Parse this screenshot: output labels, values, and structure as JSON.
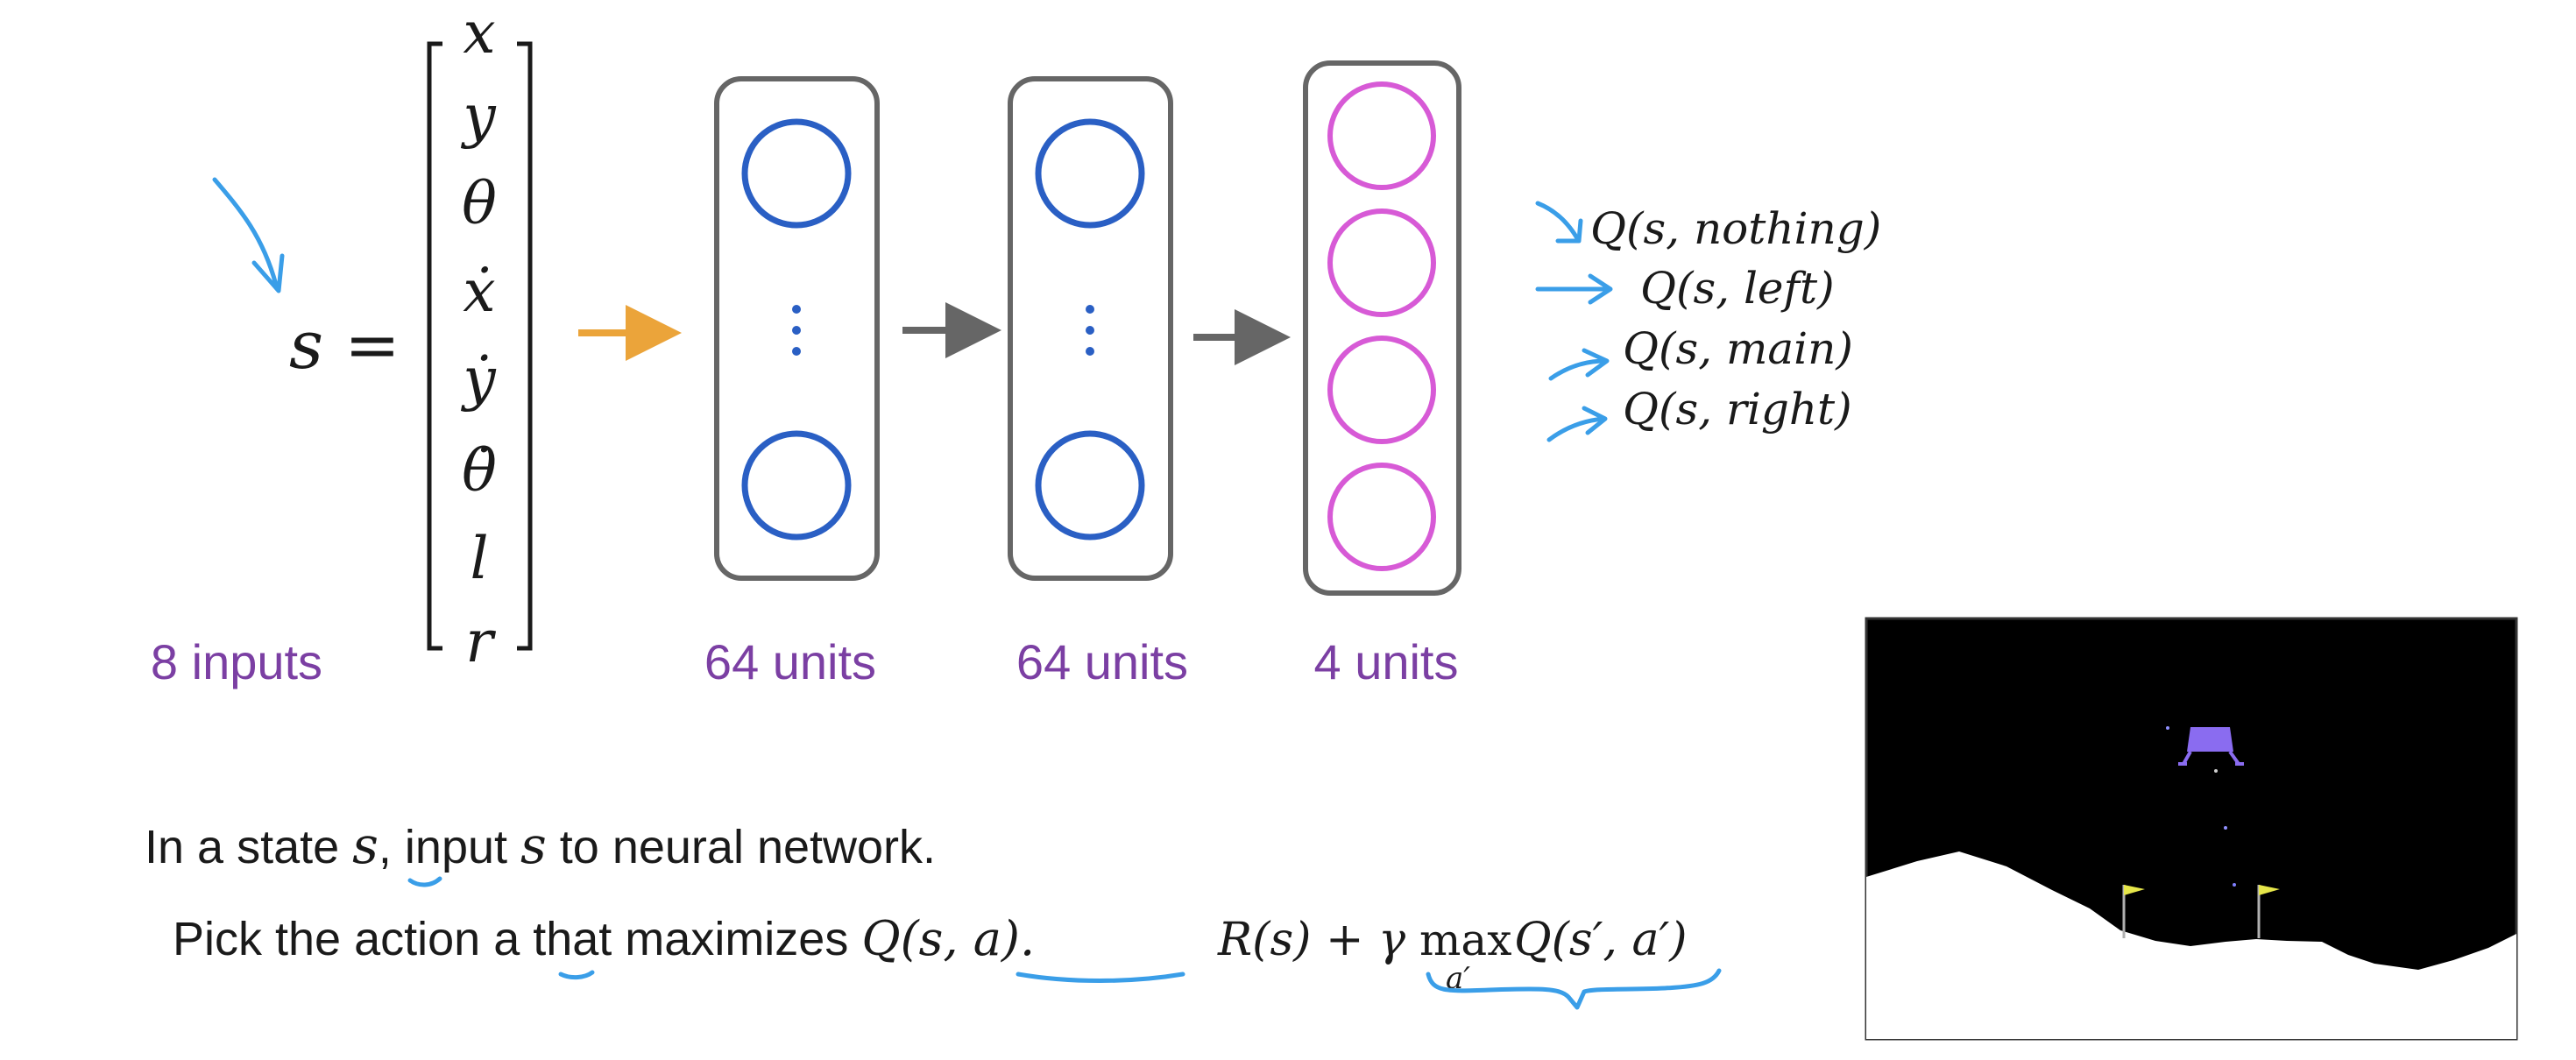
{
  "state_vector": {
    "lhs": "s =",
    "components": [
      "x",
      "y",
      "θ",
      "ẋ",
      "ẏ",
      "θ̇",
      "l",
      "r"
    ]
  },
  "layers": {
    "input_label": "8 inputs",
    "hidden1_label": "64 units",
    "hidden2_label": "64 units",
    "output_label": "4 units"
  },
  "outputs": [
    {
      "text": "Q(s, nothing)"
    },
    {
      "text": "Q(s, left)"
    },
    {
      "text": "Q(s, main)"
    },
    {
      "text": "Q(s, right)"
    }
  ],
  "caption": {
    "line1_a": "In a state ",
    "line1_s": "s",
    "line1_b": ", input ",
    "line1_s2": "s",
    "line1_c": " to neural network.",
    "line2_a": "Pick the action ",
    "line2_act": "a",
    "line2_b": " that maximizes ",
    "line2_q": "Q(s, a).",
    "bellman_a": "R(s) + γ",
    "bellman_max": "max",
    "bellman_sub": "a′",
    "bellman_q": "Q(s′, a′)"
  },
  "colors": {
    "hidden_neuron": "#2a5fc4",
    "output_neuron": "#d75ad6",
    "label_purple": "#7b3fa3",
    "ink_blue": "#3a9ee8",
    "input_arrow": "#eba43a",
    "layer_arrow": "#666666",
    "game_bg": "#000000",
    "lander": "#8a6cf0",
    "flag": "#e6e64a"
  },
  "icons": {
    "game_thumbnail": "lunar-lander-scene",
    "lander": "lander-icon",
    "flags": "flag-icon"
  }
}
